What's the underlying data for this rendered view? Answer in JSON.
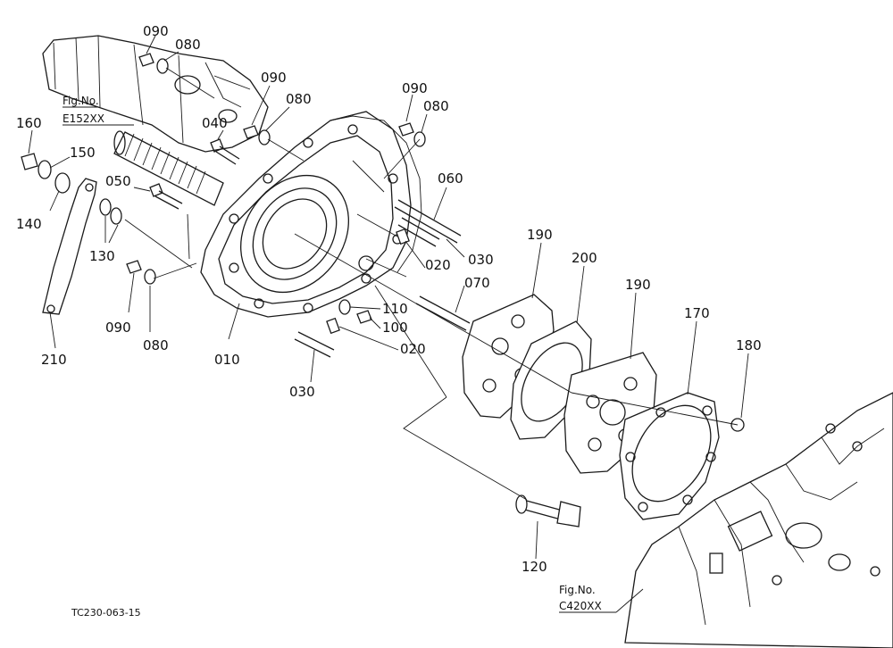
{
  "figure_refs": [
    {
      "label": "Fig.No.",
      "code": "E152XX"
    },
    {
      "label": "Fig.No.",
      "code": "C420XX"
    }
  ],
  "drawing_code": "TC230-063-15",
  "callouts": [
    "090",
    "080",
    "090",
    "080",
    "090",
    "080",
    "160",
    "150",
    "140",
    "040",
    "050",
    "060",
    "130",
    "210",
    "090",
    "080",
    "010",
    "020",
    "030",
    "070",
    "110",
    "100",
    "020",
    "030",
    "190",
    "200",
    "190",
    "170",
    "180",
    "120"
  ]
}
